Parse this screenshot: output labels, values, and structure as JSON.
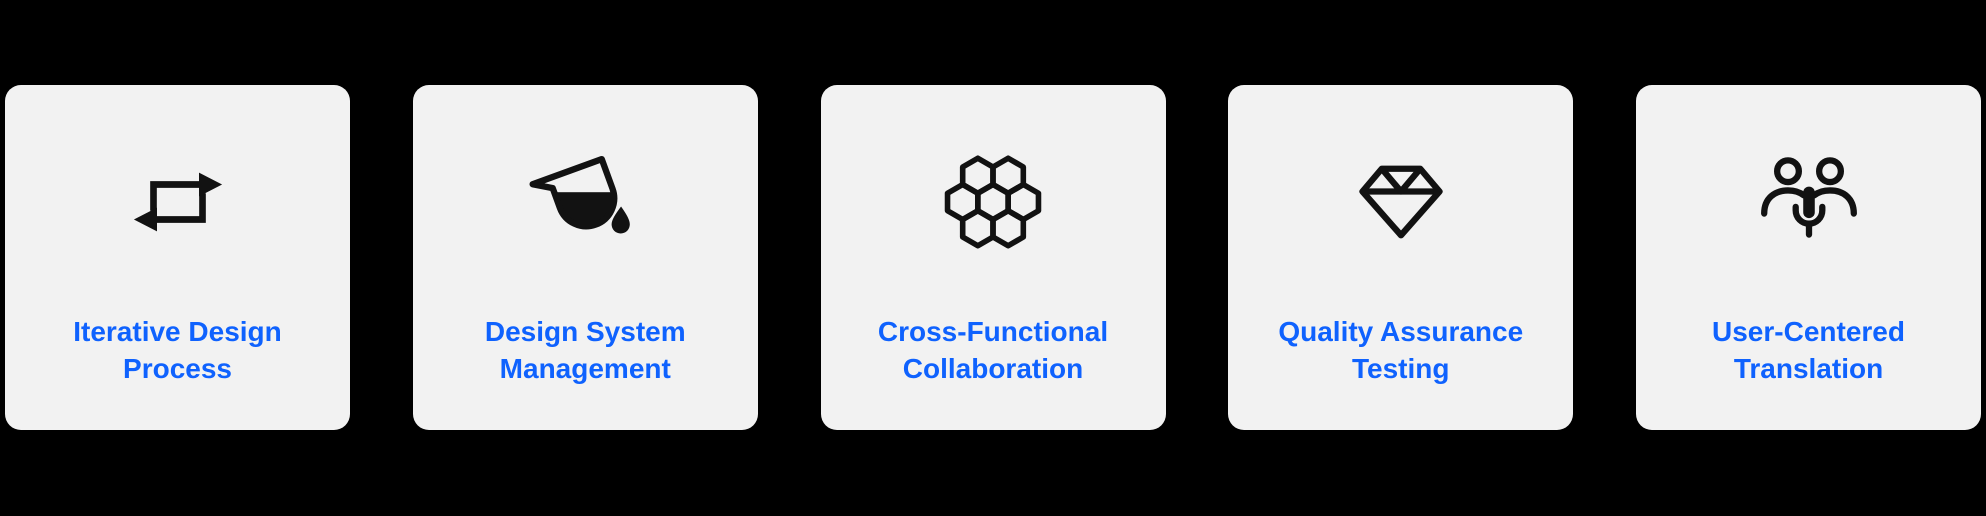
{
  "colors": {
    "page_background": "#000000",
    "card_background": "#f2f2f2",
    "label_blue": "#0f62fe",
    "icon_black": "#121212"
  },
  "cards": [
    {
      "label": "Iterative Design Process",
      "icon": "repeat-arrows-icon"
    },
    {
      "label": "Design System Management",
      "icon": "paint-bucket-icon"
    },
    {
      "label": "Cross-Functional Collaboration",
      "icon": "honeycomb-icon"
    },
    {
      "label": "Quality Assurance Testing",
      "icon": "diamond-gem-icon"
    },
    {
      "label": "User-Centered Translation",
      "icon": "users-microphone-icon"
    }
  ]
}
